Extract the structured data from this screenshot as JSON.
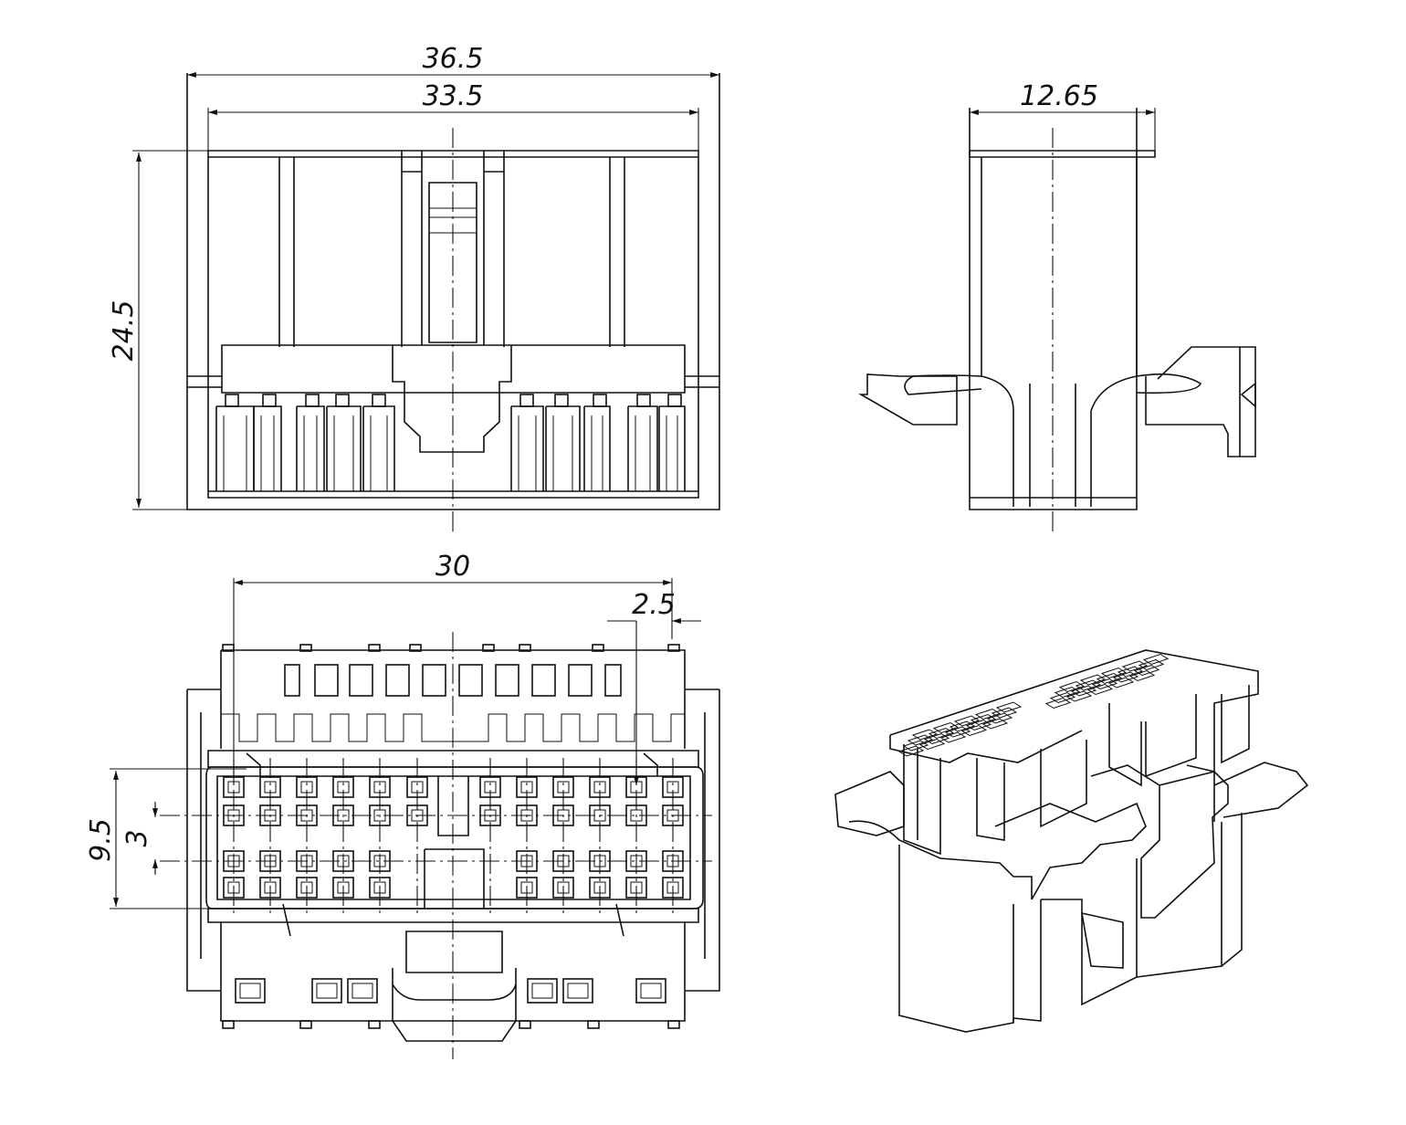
{
  "dimensions": {
    "front_overall_width": "36.5",
    "front_inner_width": "33.5",
    "front_height": "24.5",
    "side_width": "12.65",
    "bottom_span": "30",
    "pin_pitch_x": "2.5",
    "pin_rows_span": "9.5",
    "pin_pitch_y": "3"
  },
  "colors": {
    "line": "#111111",
    "background": "#ffffff"
  }
}
